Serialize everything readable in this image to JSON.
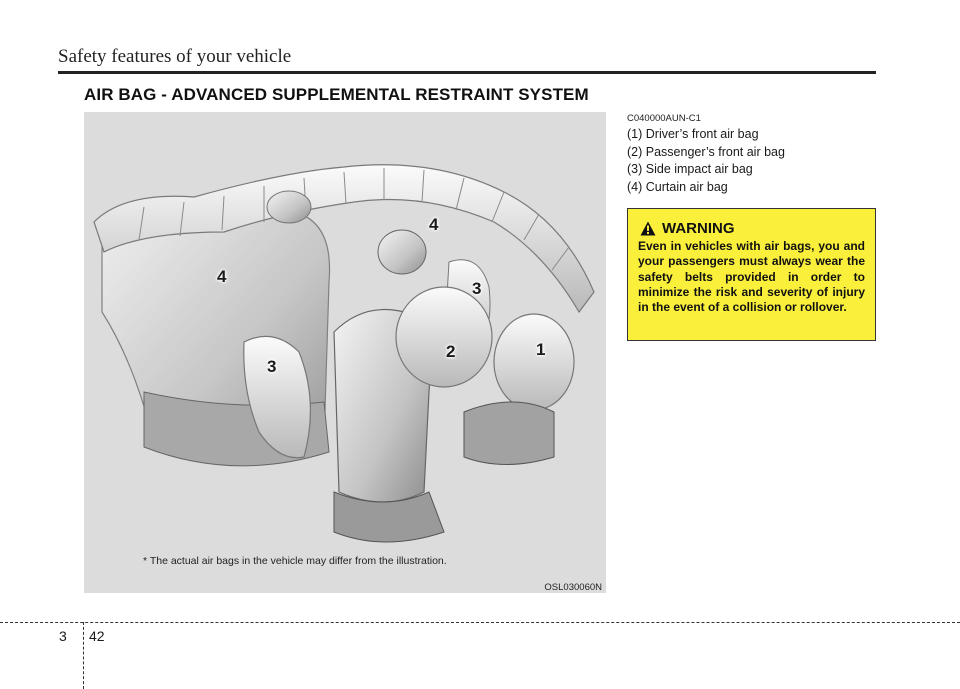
{
  "header": {
    "section_title": "Safety features of your vehicle"
  },
  "section_heading": "AIR BAG - ADVANCED SUPPLEMENTAL RESTRAINT SYSTEM",
  "figure": {
    "callouts": [
      "4",
      "4",
      "3",
      "3",
      "2",
      "1"
    ],
    "note": "* The actual air bags in the vehicle may differ from the illustration.",
    "code": "OSL030060N"
  },
  "doc_code": "C040000AUN-C1",
  "legend": [
    "(1) Driver’s front air bag",
    "(2) Passenger’s front air bag",
    "(3) Side impact air bag",
    "(4) Curtain air bag"
  ],
  "warning": {
    "icon": "warning-triangle-icon",
    "title": "WARNING",
    "body": "Even in vehicles with air bags, you and your passengers must always wear the safety belts provided in order to minimize the risk and severity of injury in the event of a collision or rollover.",
    "background_color": "#faf03c"
  },
  "footer": {
    "chapter": "3",
    "page": "42"
  }
}
